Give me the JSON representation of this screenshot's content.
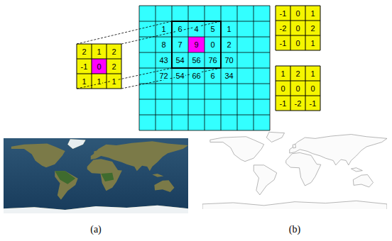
{
  "diagram": {
    "labels": [
      "2",
      "1",
      "2",
      "-1",
      "0",
      "2",
      "1",
      "1",
      "1",
      "1",
      "6",
      "4",
      "5",
      "1",
      "8",
      "7",
      "9",
      "0",
      "2",
      "43",
      "54",
      "56",
      "76",
      "70",
      "72",
      "54",
      "66",
      "6",
      "34",
      "-1",
      "0",
      "1",
      "-2",
      "0",
      "2",
      "-1",
      "0",
      "1",
      "1",
      "2",
      "1",
      "0",
      "0",
      "0",
      "-1",
      "-2",
      "-1",
      "(a)",
      "(b)"
    ]
  }
}
